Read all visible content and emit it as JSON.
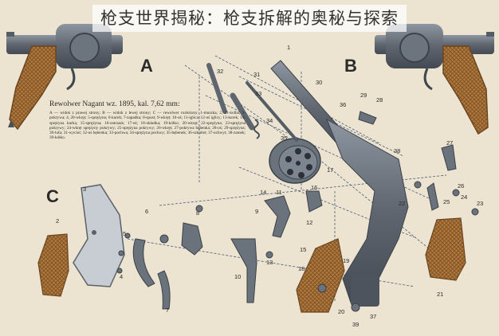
{
  "caption": "枪支世界揭秘：枪支拆解的奥秘与探索",
  "panel_letters": {
    "a": "A",
    "b": "B",
    "c": "C"
  },
  "legend": {
    "title": "Rewolwer Nagant wz. 1895, kal. 7,62 mm:",
    "body": "A — widok z prawej strony; B — widok z lewej strony; C — rewolwer rozłożony: 1-muszka; 2, 21-kolba; 3-pokrywa; 4, 20-wkręt; 5-sprężyna; 6-kurek; 7-zapadka; 8-spust; 9-wkręt; 10-oś; 11-iglica; 12-oś iglicy; 13-kurek; 14-sprężyna kurka; 15-sprężyna; 16-zatrzask; 17-oś; 18-okładka; 19-kółko; 20-wkręt; 22-sprężyna; 23-sprężyna pokrywy; 24-wkręt sprężyny pokrywy; 25-sprężyna pokrywy; 26-wkręt; 27-pokrywa bębenka; 28-oś; 29-sprężyna; 30-lufa; 31-wycior; 32-oś bębenka; 33-pochwa; 34-sprężyna pochwy; 35-bębenek; 36-szkielet; 37-uchwyt; 38-zamek; 39-kółko."
  },
  "part_numbers": [
    "1",
    "2",
    "3",
    "4",
    "5",
    "6",
    "7",
    "8",
    "9",
    "10",
    "11",
    "12",
    "13",
    "14",
    "15",
    "16",
    "17",
    "18",
    "19",
    "20",
    "21",
    "22",
    "23",
    "24",
    "25",
    "26",
    "27",
    "28",
    "29",
    "30",
    "31",
    "32",
    "33",
    "34",
    "35",
    "36",
    "37",
    "38",
    "39"
  ],
  "colors": {
    "background": "#ece4d0",
    "metal": "#5f6670",
    "metal_light": "#9aa3ad",
    "wood": "#b07a3e",
    "wood_dark": "#8a5a2a",
    "leader": "#4a5a7a"
  }
}
